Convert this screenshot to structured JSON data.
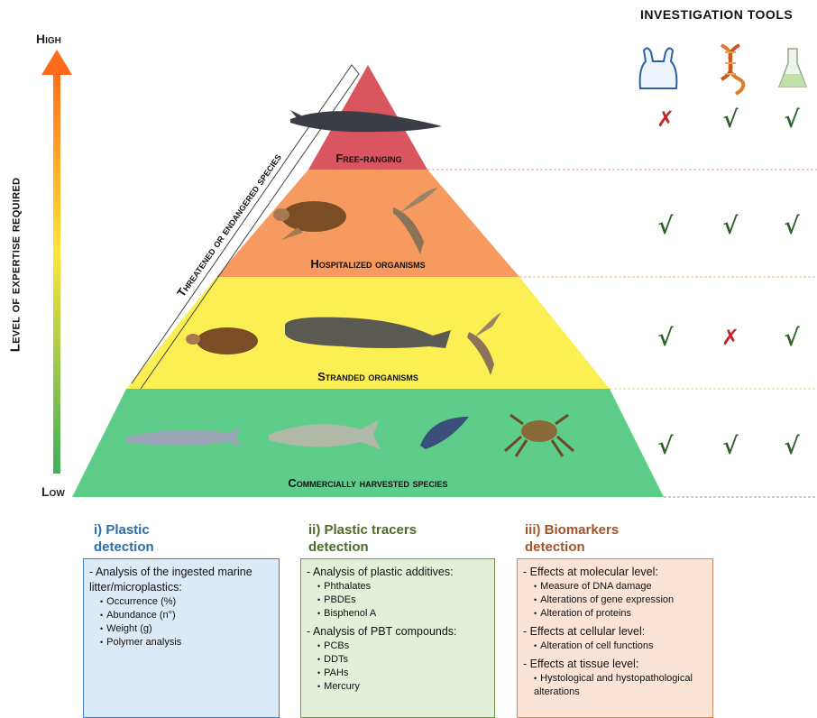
{
  "tools_title": "INVESTIGATION TOOLS",
  "axis": {
    "high": "High",
    "low": "Low",
    "label": "Level of expertise required"
  },
  "side_label": "Threatened or endangered species",
  "tiers": [
    {
      "label": "Free-ranging",
      "color": "#d9555f",
      "tools": [
        "✗",
        "√",
        "√"
      ]
    },
    {
      "label": "Hospitalized organisms",
      "color": "#f69a5f",
      "tools": [
        "√",
        "√",
        "√"
      ]
    },
    {
      "label": "Stranded organisms",
      "color": "#fbef53",
      "tools": [
        "√",
        "✗",
        "√"
      ]
    },
    {
      "label": "Commercially harvested species",
      "color": "#5fcd8a",
      "tools": [
        "√",
        "√",
        "√"
      ]
    }
  ],
  "tool_icons": [
    "plastic-bag-icon",
    "dna-icon",
    "flask-icon"
  ],
  "boxes": [
    {
      "title_line1": "i) Plastic",
      "title_line2": "detection",
      "title_color": "#2e6da6",
      "bg": "#dce9f7",
      "border": "#3f7fc0",
      "groups": [
        {
          "head": "- Analysis of the ingested marine litter/microplastics:",
          "items": [
            "Occurrence (%)",
            "Abundance (n°)",
            "Weight (g)",
            "Polymer analysis"
          ]
        }
      ]
    },
    {
      "title_line1": "ii) Plastic tracers",
      "title_line2": "detection",
      "title_color": "#4d6b28",
      "bg": "#e4efd8",
      "border": "#6f9a45",
      "groups": [
        {
          "head": "- Analysis of plastic additives:",
          "items": [
            "Phthalates",
            "PBDEs",
            "Bisphenol A"
          ]
        },
        {
          "head": "- Analysis of PBT compounds:",
          "items": [
            "PCBs",
            "DDTs",
            "PAHs",
            "Mercury"
          ]
        }
      ]
    },
    {
      "title_line1": "iii) Biomarkers",
      "title_line2": "detection",
      "title_color": "#a4532a",
      "bg": "#fbe4d6",
      "border": "#d08a5c",
      "groups": [
        {
          "head": "- Effects at molecular level:",
          "items": [
            "Measure of DNA damage",
            "Alterations of gene expression",
            "Alteration of proteins"
          ]
        },
        {
          "head": "- Effects at cellular level:",
          "items": [
            "Alteration of cell functions"
          ]
        },
        {
          "head": "- Effects at tissue level:",
          "items": [
            "Hystological and hystopathological alterations"
          ]
        }
      ]
    }
  ]
}
